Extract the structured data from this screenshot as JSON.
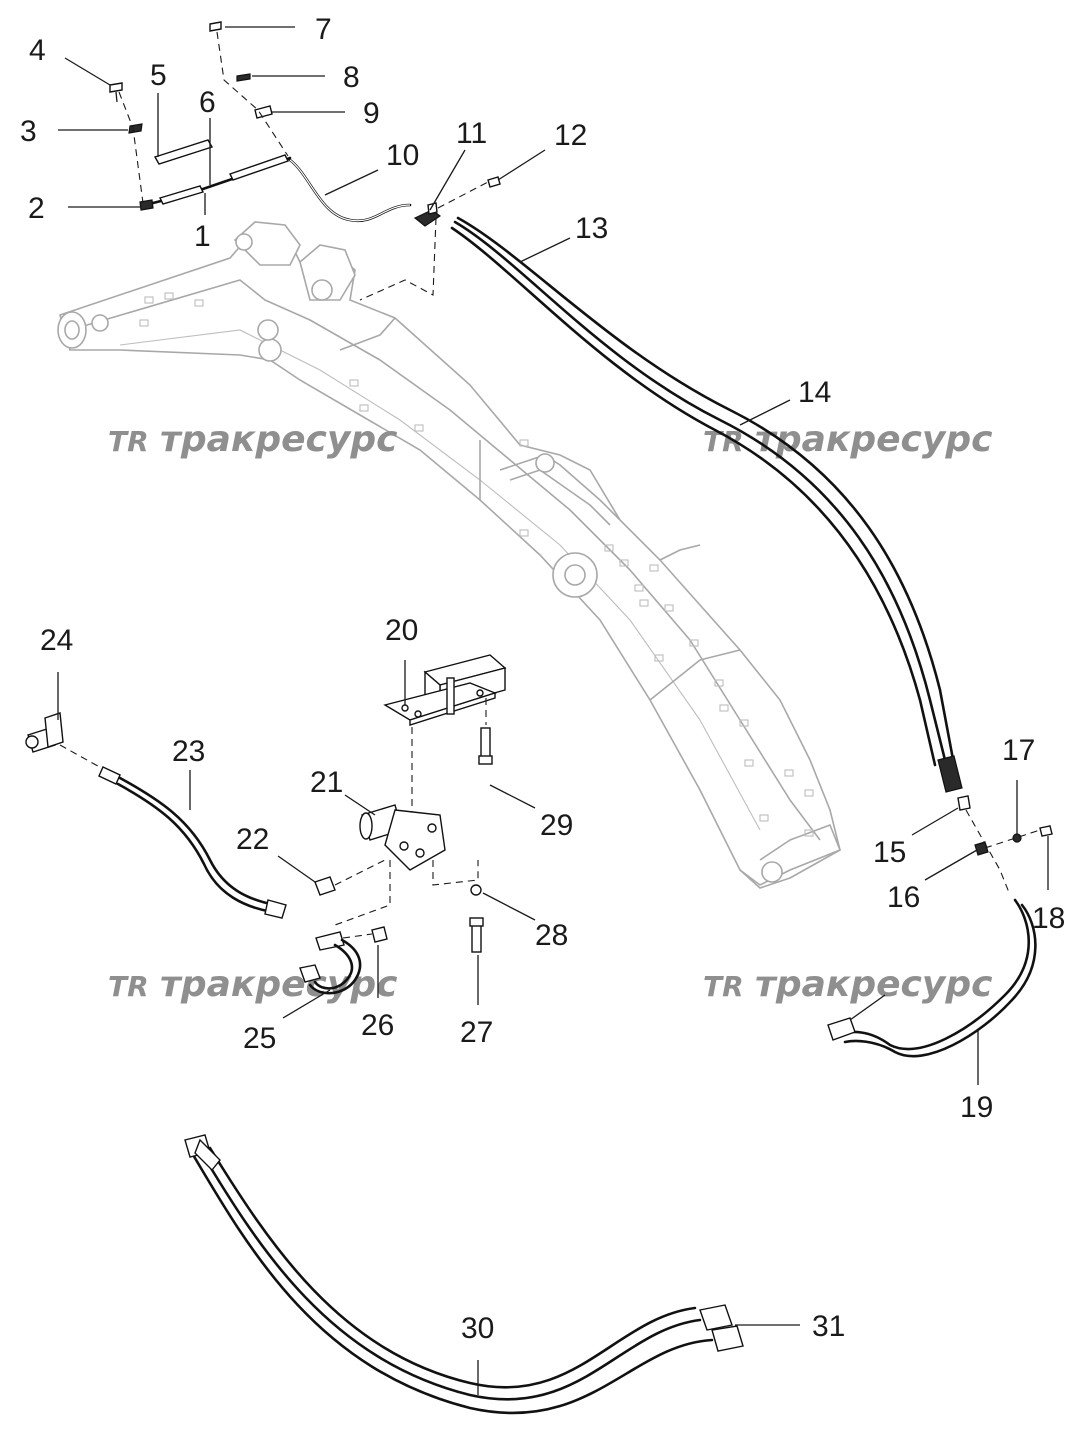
{
  "watermark": {
    "logo": "TR",
    "text": "тракресурс"
  },
  "callouts": [
    "1",
    "2",
    "3",
    "4",
    "5",
    "6",
    "7",
    "8",
    "9",
    "10",
    "11",
    "12",
    "13",
    "14",
    "15",
    "16",
    "17",
    "18",
    "19",
    "20",
    "21",
    "22",
    "23",
    "24",
    "25",
    "26",
    "27",
    "28",
    "29",
    "30",
    "31"
  ]
}
